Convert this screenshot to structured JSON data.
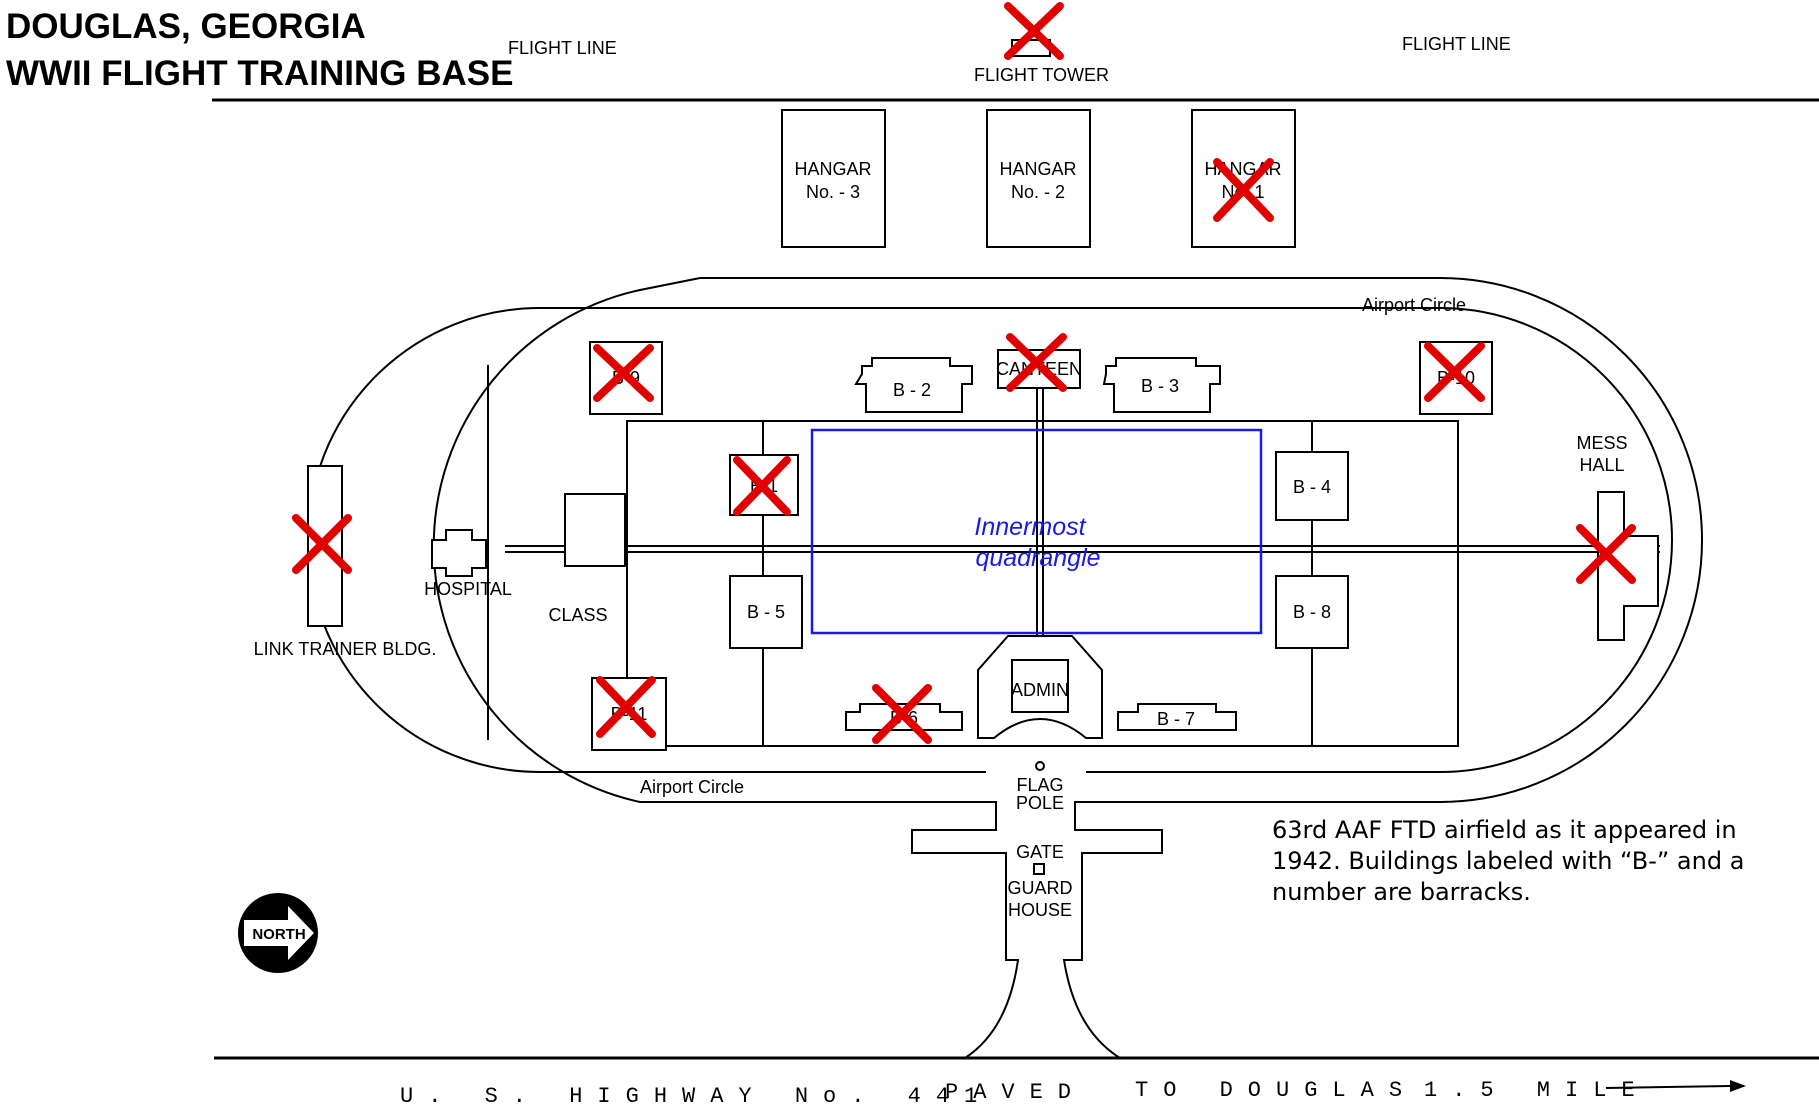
{
  "title": {
    "line1": "DOUGLAS, GEORGIA",
    "line2": "WWII FLIGHT TRAINING BASE"
  },
  "labels": {
    "flight_line_left": "FLIGHT LINE",
    "flight_line_right": "FLIGHT LINE",
    "flight_tower": "FLIGHT TOWER",
    "hangar": "HANGAR",
    "hangar_3_no": "No. - 3",
    "hangar_2_no": "No. - 2",
    "hangar_1_no": "No. 1",
    "airport_circle_top": "Airport Circle",
    "airport_circle_bottom": "Airport Circle",
    "canteen": "CANTEEN",
    "mess_hall_1": "MESS",
    "mess_hall_2": "HALL",
    "hospital": "HOSPITAL",
    "class": "CLASS",
    "link_trainer": "LINK TRAINER BLDG.",
    "admin": "ADMIN",
    "flag": "FLAG",
    "pole": "POLE",
    "gate": "GATE",
    "guard": "GUARD",
    "house": "HOUSE",
    "north": "NORTH",
    "b1": "B-1",
    "b2": "B - 2",
    "b3": "B - 3",
    "b4": "B - 4",
    "b5": "B - 5",
    "b6": "B-6",
    "b7": "B - 7",
    "b8": "B - 8",
    "b9": "B-9",
    "b10": "B-10",
    "b11": "B-11"
  },
  "quadrangle": {
    "line1": "Innermost",
    "line2": "quadrangle",
    "color": "#1a1ae6"
  },
  "road": {
    "part1": "U. S. HIGHWAY No. 441",
    "part2": "PAVED",
    "part3": "TO DOUGLAS",
    "part4": "1.5 MILE"
  },
  "caption": "63rd AAF FTD airfield as it appeared in 1942.  Buildings labeled with “B-” and a number are barracks.",
  "colors": {
    "x_marks": "#e00000",
    "ink": "#000000",
    "quadrangle": "#1a1ae6"
  },
  "removed_buildings": [
    "FLIGHT TOWER",
    "HANGAR No. 1",
    "B-9",
    "CANTEEN",
    "B-10",
    "B-1",
    "B-11",
    "B-6",
    "LINK TRAINER BLDG.",
    "MESS HALL"
  ]
}
